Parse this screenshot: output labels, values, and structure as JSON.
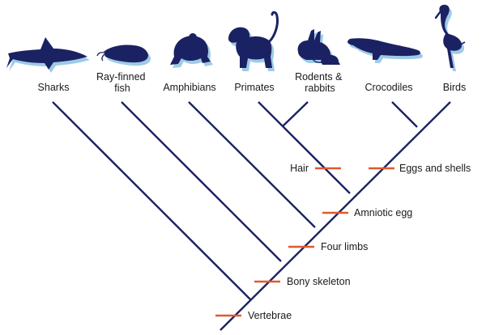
{
  "diagram": {
    "type": "cladogram",
    "colors": {
      "branch": "#1b2263",
      "trait_marker": "#e05a2b",
      "silhouette": "#1b2263",
      "silhouette_shadow": "#9ecbe6",
      "text": "#1a1a1a"
    },
    "taxa": [
      {
        "name_lines": [
          "Sharks",
          ""
        ],
        "icon": "shark-icon"
      },
      {
        "name_lines": [
          "Ray-finned",
          "fish"
        ],
        "icon": "fish-icon"
      },
      {
        "name_lines": [
          "Amphibians",
          ""
        ],
        "icon": "frog-icon"
      },
      {
        "name_lines": [
          "Primates",
          ""
        ],
        "icon": "monkey-icon"
      },
      {
        "name_lines": [
          "Rodents &",
          "rabbits"
        ],
        "icon": "rabbit-and-rat-icon"
      },
      {
        "name_lines": [
          "Crocodiles",
          ""
        ],
        "icon": "crocodile-icon"
      },
      {
        "name_lines": [
          "Birds",
          ""
        ],
        "icon": "flamingo-icon"
      }
    ],
    "traits": [
      {
        "label": "Vertebrae"
      },
      {
        "label": "Bony skeleton"
      },
      {
        "label": "Four limbs"
      },
      {
        "label": "Amniotic egg"
      },
      {
        "label": "Hair"
      },
      {
        "label": "Eggs and shells"
      }
    ]
  }
}
